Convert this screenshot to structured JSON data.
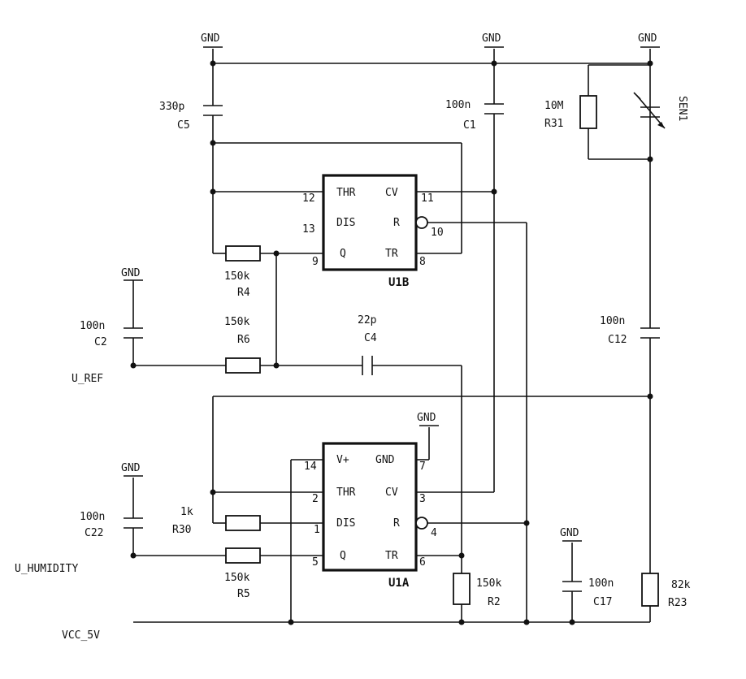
{
  "gnd": "GND",
  "nets": {
    "vcc": "VCC_5V",
    "uref": "U_REF",
    "uhum": "U_HUMIDITY"
  },
  "chips": {
    "u1b": {
      "name": "U1B",
      "pins": {
        "thr": "THR",
        "cv": "CV",
        "dis": "DIS",
        "r": "R",
        "q": "Q",
        "tr": "TR"
      },
      "nums": {
        "p12": "12",
        "p11": "11",
        "p13": "13",
        "p10": "10",
        "p9": "9",
        "p8": "8"
      }
    },
    "u1a": {
      "name": "U1A",
      "pins": {
        "vp": "V+",
        "gnd": "GND",
        "thr": "THR",
        "cv": "CV",
        "dis": "DIS",
        "r": "R",
        "q": "Q",
        "tr": "TR"
      },
      "nums": {
        "p14": "14",
        "p7": "7",
        "p2": "2",
        "p3": "3",
        "p1": "1",
        "p4": "4",
        "p5": "5",
        "p6": "6"
      }
    }
  },
  "parts": {
    "c5": {
      "ref": "C5",
      "value": "330p"
    },
    "c1": {
      "ref": "C1",
      "value": "100n"
    },
    "r31": {
      "ref": "R31",
      "value": "10M"
    },
    "sen1": {
      "ref": "SEN1"
    },
    "r4": {
      "ref": "R4",
      "value": "150k"
    },
    "r6": {
      "ref": "R6",
      "value": "150k"
    },
    "c4": {
      "ref": "C4",
      "value": "22p"
    },
    "c2": {
      "ref": "C2",
      "value": "100n"
    },
    "c12": {
      "ref": "C12",
      "value": "100n"
    },
    "r30": {
      "ref": "R30",
      "value": "1k"
    },
    "c22": {
      "ref": "C22",
      "value": "100n"
    },
    "r5": {
      "ref": "R5",
      "value": "150k"
    },
    "r2": {
      "ref": "R2",
      "value": "150k"
    },
    "c17": {
      "ref": "C17",
      "value": "100n"
    },
    "r23": {
      "ref": "R23",
      "value": "82k"
    }
  }
}
